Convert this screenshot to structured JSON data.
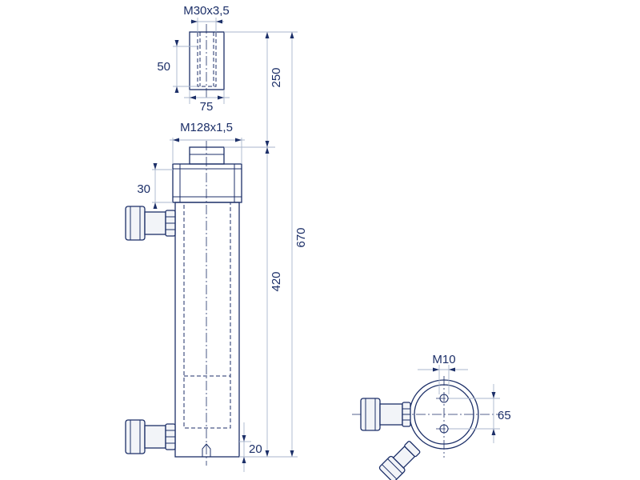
{
  "dimensions": {
    "rod_thread": "M30x3,5",
    "rod_thread_length": "50",
    "rod_diameter": "75",
    "stroke": "250",
    "body_thread": "M128x1,5",
    "collar_height": "30",
    "closed_length": "420",
    "extended_length": "670",
    "base_offset": "20",
    "mount_thread": "M10",
    "mount_spacing": "65"
  },
  "colors": {
    "line": "#1c2f68",
    "dimension_line": "#a9b6cc",
    "background": "#ffffff"
  }
}
